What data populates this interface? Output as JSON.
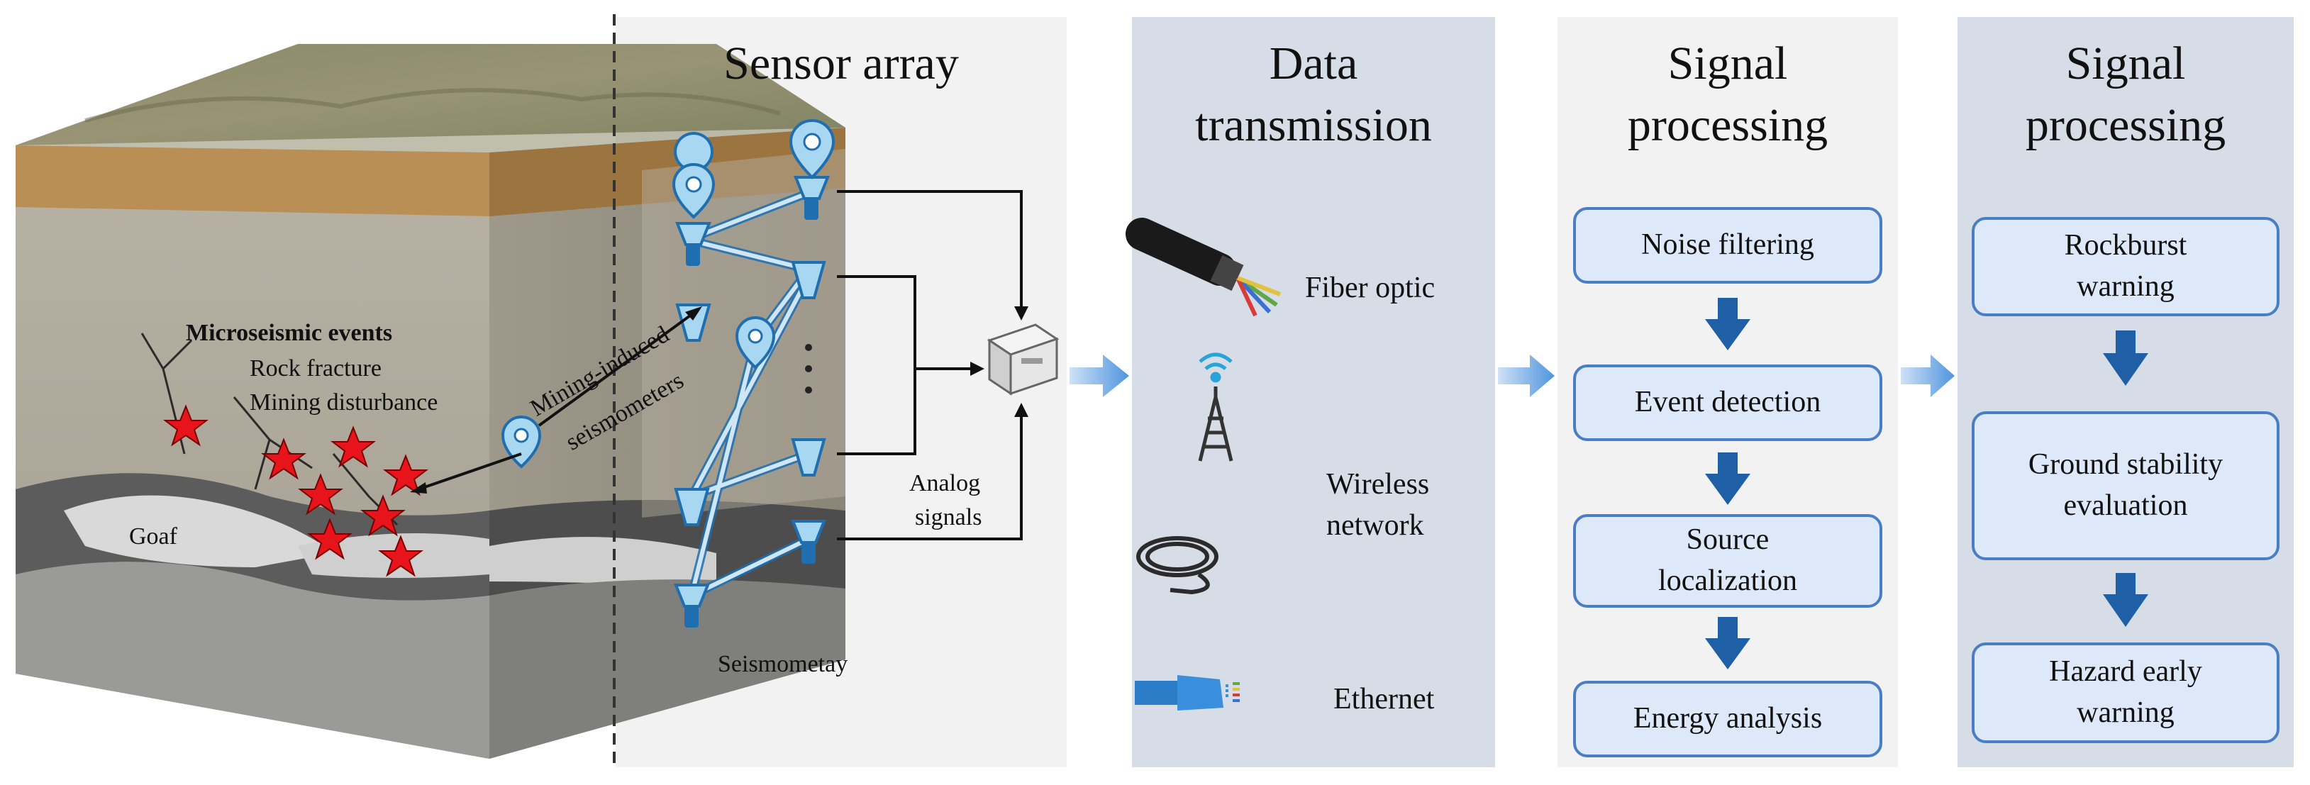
{
  "panels": {
    "sensor": {
      "title": "Sensor array"
    },
    "transmission": {
      "title_line1": "Data",
      "title_line2": "transmission",
      "items": [
        "Fiber optic",
        "Wireless",
        "network",
        "Ethernet"
      ]
    },
    "processing": {
      "title_line1": "Signal",
      "title_line2": "processing",
      "steps": [
        "Noise filtering",
        "Event detection",
        "Source",
        "localization",
        "Energy analysis"
      ]
    },
    "application": {
      "title_line1": "Signal",
      "title_line2": "processing",
      "steps": [
        "Rockburst",
        "warning",
        "Ground stability",
        "evaluation",
        "Hazard early",
        "warning"
      ]
    }
  },
  "block": {
    "events_title": "Microseismic events",
    "event_lines": [
      "Rock fracture",
      "Mining disturbance"
    ],
    "goaf": "Goaf",
    "sensor_label_1": "Mining-induced",
    "sensor_label_2": "seismometers",
    "analog_1": "Analog",
    "analog_2": "signals",
    "seismometer_caption": "Seismometay"
  },
  "colors": {
    "panel_gray": "#f2f2f2",
    "panel_blue": "#d6dde7",
    "box_fill": "#dde9f9",
    "box_border": "#4a7ec4",
    "arrow_blue": "#1f5fa6",
    "star_red": "#e8141c",
    "sensor_blue": "#1f6fb0"
  }
}
